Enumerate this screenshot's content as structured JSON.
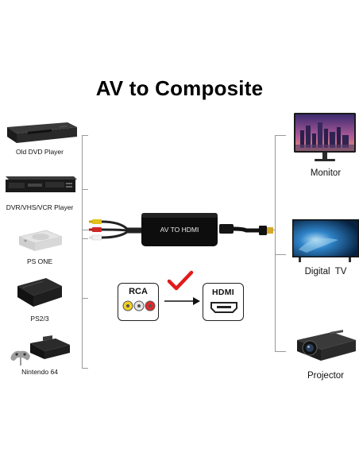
{
  "title": "AV to Composite",
  "left_devices": [
    {
      "label": "Old DVD Player",
      "icon": "dvd-player-icon"
    },
    {
      "label": "DVR/VHS/VCR Player",
      "icon": "vcr-player-icon"
    },
    {
      "label": "PS ONE",
      "icon": "ps-one-console-icon"
    },
    {
      "label": "PS2/3",
      "icon": "ps3-console-icon"
    },
    {
      "label": "Nintendo 64",
      "icon": "nintendo-64-console-icon"
    }
  ],
  "right_devices": [
    {
      "label": "Monitor",
      "icon": "monitor-icon"
    },
    {
      "label": "Digital  TV",
      "icon": "digital-tv-icon"
    },
    {
      "label": "Projector",
      "icon": "projector-icon"
    }
  ],
  "converter": {
    "label": "AV TO HDMI"
  },
  "conversion": {
    "from_label": "RCA",
    "to_label": "HDMI",
    "check_color": "#e01b1b"
  }
}
